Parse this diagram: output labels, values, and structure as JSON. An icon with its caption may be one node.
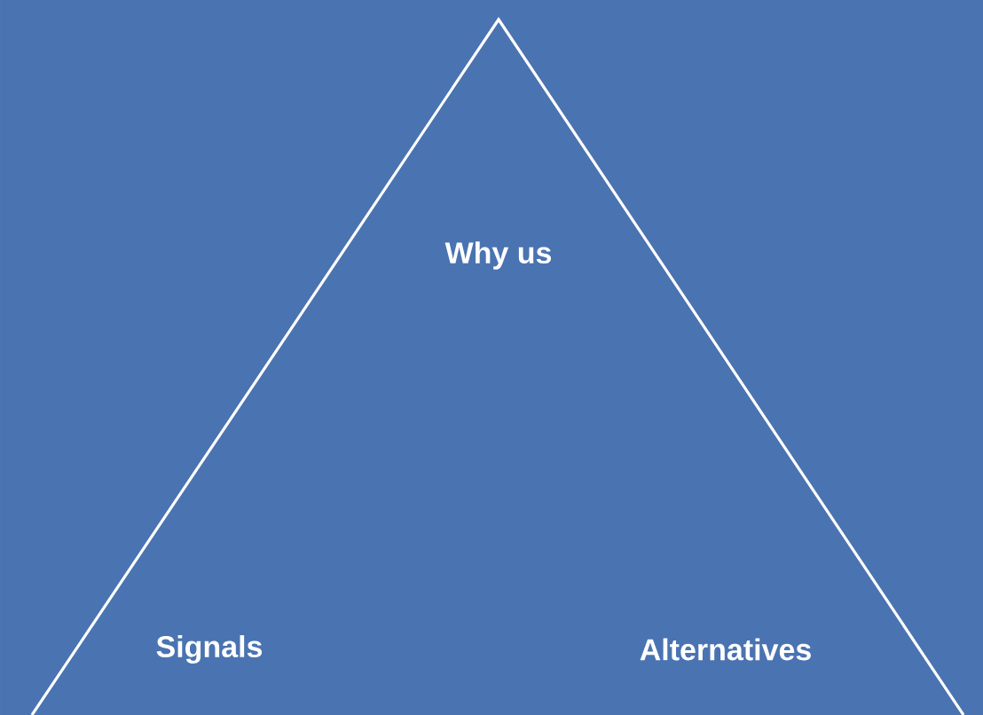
{
  "diagram": {
    "nodes": [
      {
        "text": [
          "Why us",
          "Signals",
          "Alternatives"
        ]
      }
    ]
  }
}
